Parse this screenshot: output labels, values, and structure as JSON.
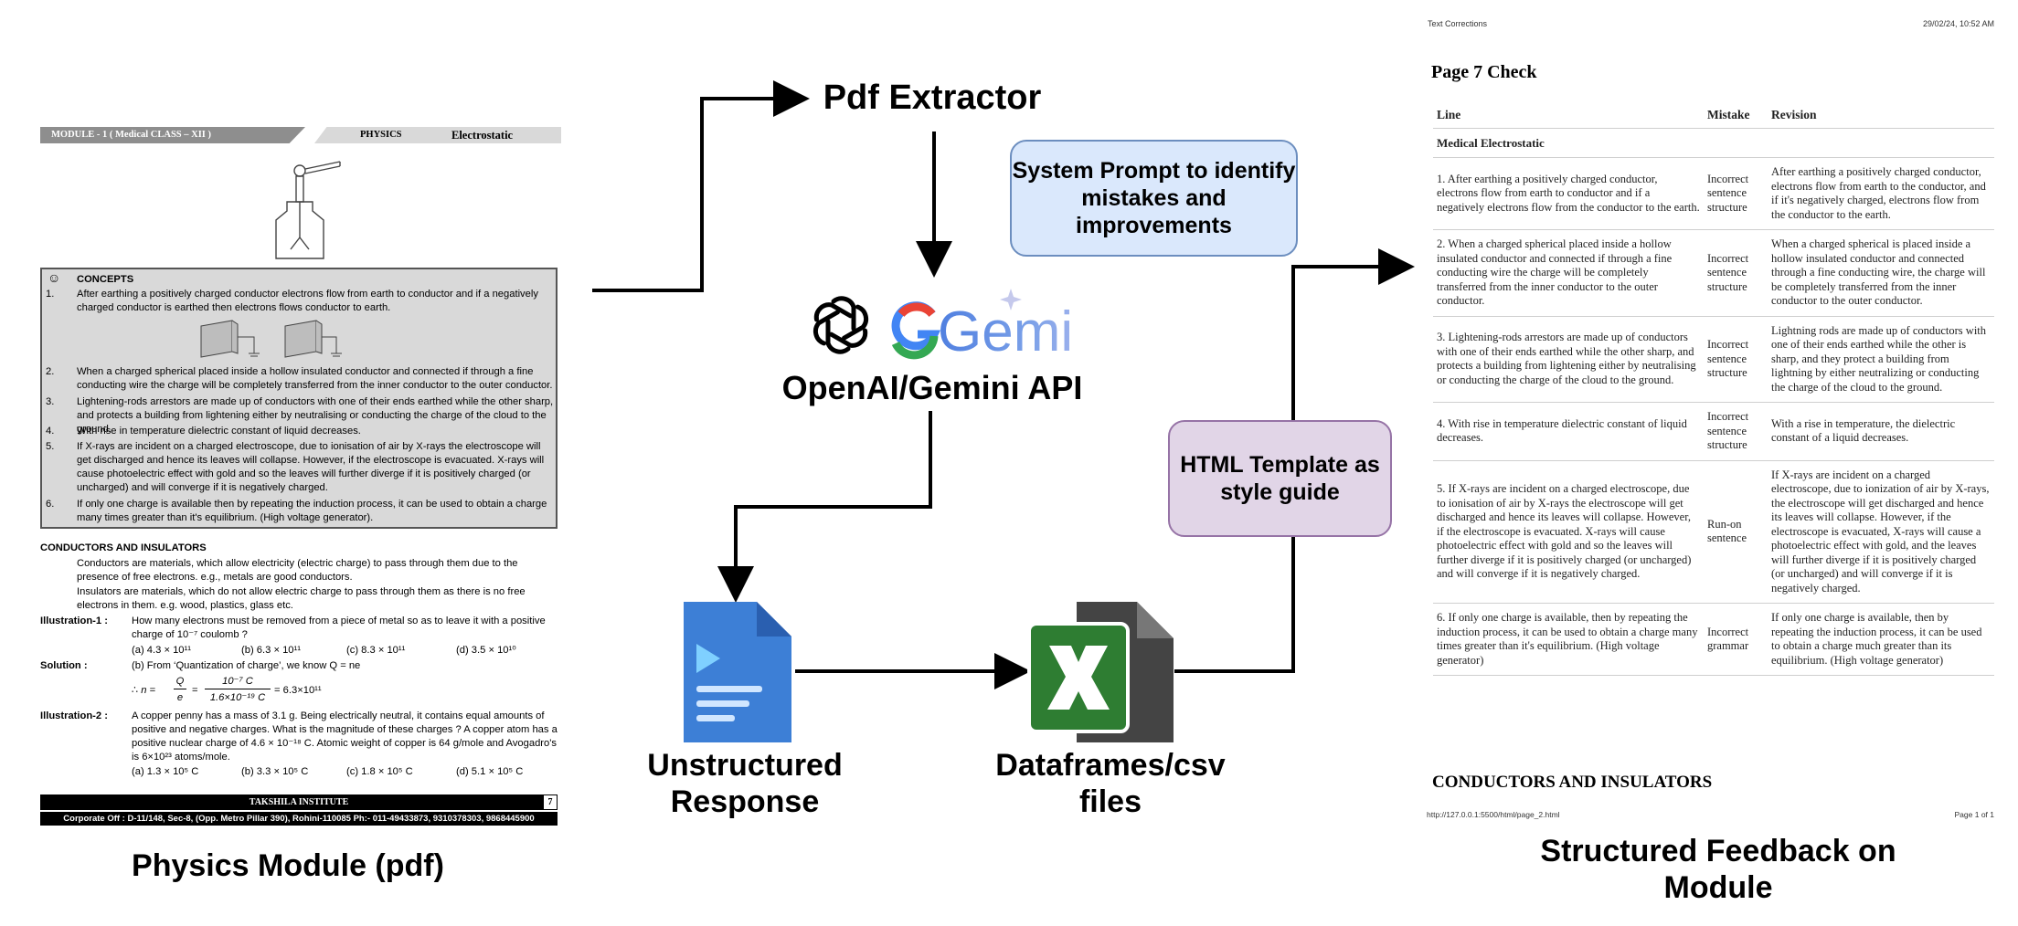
{
  "pdf_module": {
    "header_left": "MODULE - 1 ( Medical CLASS – XII )",
    "header_subject": "PHYSICS",
    "header_topic": "Electrostatic",
    "concepts_title": "CONCEPTS",
    "smiley": "☺",
    "concepts": [
      {
        "num": "1.",
        "text": "After earthing a positively charged conductor electrons flow from earth to conductor and if a negatively charged conductor is earthed then electrons flows conductor to earth."
      },
      {
        "num": "2.",
        "text": "When a charged spherical placed inside a hollow insulated conductor and connected if through a fine conducting wire the charge will be completely transferred from the inner conductor to the outer conductor."
      },
      {
        "num": "3.",
        "text": "Lightening-rods arrestors are made up of conductors with one of their ends earthed while the other sharp, and protects a building from lightening either by neutralising or conducting the charge of the cloud to the ground."
      },
      {
        "num": "4.",
        "text": "With rise in temperature dielectric constant of liquid decreases."
      },
      {
        "num": "5.",
        "text": "If X-rays are incident on a charged electroscope, due to ionisation of air by X-rays the electroscope will get discharged and hence its leaves will collapse. However, if the electroscope is evacuated. X-rays will cause photoelectric effect with gold and so the leaves will further diverge if it is positively charged (or uncharged) and will converge if it is negatively charged."
      },
      {
        "num": "6.",
        "text": "If only one charge is available then by repeating the induction process, it can be used to obtain a charge many times greater than it's equilibrium. (High voltage generator)."
      }
    ],
    "section_title": "CONDUCTORS AND INSULATORS",
    "conductors_text": "Conductors are materials, which allow electricity (electric charge) to pass through them due to the presence of free electrons. e.g., metals are good conductors.",
    "insulators_text": "Insulators are materials, which do not allow electric charge to pass through them as there is no free electrons in them. e.g. wood, plastics, glass etc.",
    "illus1_label": "Illustration-1 :",
    "illus1_text": "How many electrons must be removed from a piece of metal so as to leave it with a positive charge of 10⁻⁷ coulomb ?",
    "illus1_options": [
      "(a) 4.3 × 10¹¹",
      "(b) 6.3 × 10¹¹",
      "(c) 8.3 × 10¹¹",
      "(d) 3.5 × 10¹⁰"
    ],
    "solution_label": "Solution :",
    "solution_text": "(b) From ‘Quantization of charge’, we know Q = ne",
    "formula_lhs": "∴  n =",
    "formula_q": "Q",
    "formula_e": "e",
    "formula_eq": "=",
    "formula_num": "10⁻⁷ C",
    "formula_den": "1.6×10⁻¹⁹ C",
    "formula_result": "= 6.3×10¹¹",
    "illus2_label": "Illustration-2 :",
    "illus2_text": "A copper penny has a mass of 3.1 g. Being electrically neutral, it contains equal amounts of positive and negative charges. What is the magnitude of these charges ? A copper atom has a positive nuclear charge of 4.6 × 10⁻¹⁸ C. Atomic weight of copper is 64 g/mole and Avogadro's is 6×10²³ atoms/mole.",
    "illus2_options": [
      "(a) 1.3 × 10⁵ C",
      "(b) 3.3 × 10⁵ C",
      "(c) 1.8 × 10⁵ C",
      "(d) 5.1 × 10⁵ C"
    ],
    "footer_institute": "TAKSHILA INSTITUTE",
    "footer_page": "7",
    "footer_office": "Corporate Off : D-11/148, Sec-8, (Opp. Metro Pillar 390), Rohini-110085 Ph:- 011-49433873, 9310378303, 9868445900"
  },
  "captions": {
    "physics_module": "Physics Module (pdf)",
    "pdf_extractor": "Pdf Extractor",
    "api": "OpenAI/Gemini API",
    "gemini": "Gemini",
    "unstructured": "Unstructured\nResponse",
    "dataframes": "Dataframes/csv\nfiles",
    "structured_feedback": "Structured Feedback on\nModule"
  },
  "boxes": {
    "system_prompt": "System Prompt to identify mistakes and improvements",
    "html_template": "HTML Template as style guide"
  },
  "colors": {
    "system_prompt_fill": "#dae8fc",
    "system_prompt_border": "#6c8ebf",
    "html_template_fill": "#e1d5e7",
    "html_template_border": "#9673a6",
    "excel_green": "#2e7d32",
    "doc_blue": "#3d7fd6"
  },
  "feedback_page": {
    "browser_header_left": "Text Corrections",
    "browser_header_right": "29/02/24, 10:52 AM",
    "title": "Page 7 Check",
    "columns": [
      "Line",
      "Mistake",
      "Revision"
    ],
    "section": "Medical Electrostatic",
    "rows": [
      {
        "line": "1. After earthing a positively charged conductor, electrons flow from earth to conductor and if a negatively electrons flow from the conductor to the earth.",
        "mistake": "Incorrect sentence structure",
        "revision": "After earthing a positively charged conductor, electrons flow from earth to the conductor, and if it's negatively charged, electrons flow from the conductor to the earth."
      },
      {
        "line": "2. When a charged spherical placed inside a hollow insulated conductor and connected if through a fine conducting wire the charge will be completely transferred from the inner conductor to the outer conductor.",
        "mistake": "Incorrect sentence structure",
        "revision": "When a charged spherical is placed inside a hollow insulated conductor and connected through a fine conducting wire, the charge will be completely transferred from the inner conductor to the outer conductor."
      },
      {
        "line": "3. Lightening-rods arrestors are made up of conductors with one of their ends earthed while the other sharp, and protects a building from lightening either by neutralising or conducting the charge of the cloud to the ground.",
        "mistake": "Incorrect sentence structure",
        "revision": "Lightning rods are made up of conductors with one of their ends earthed while the other is sharp, and they protect a building from lightning by either neutralizing or conducting the charge of the cloud to the ground."
      },
      {
        "line": "4. With rise in temperature dielectric constant of liquid decreases.",
        "mistake": "Incorrect sentence structure",
        "revision": "With a rise in temperature, the dielectric constant of a liquid decreases."
      },
      {
        "line": "5. If X-rays are incident on a charged electroscope, due to ionisation of air by X-rays the electroscope will get discharged and hence its leaves will collapse. However, if the electroscope is evacuated. X-rays will cause photoelectric effect with gold and so the leaves will further diverge if it is positively charged (or uncharged) and will converge if it is negatively charged.",
        "mistake": "Run-on sentence",
        "revision": "If X-rays are incident on a charged electroscope, due to ionization of air by X-rays, the electroscope will get discharged and hence its leaves will collapse. However, if the electroscope is evacuated, X-rays will cause a photoelectric effect with gold, and the leaves will further diverge if it is positively charged (or uncharged) and will converge if it is negatively charged."
      },
      {
        "line": "6. If only one charge is available, then by repeating the induction process, it can be used to obtain a charge many times greater than it's equilibrium. (High voltage generator)",
        "mistake": "Incorrect grammar",
        "revision": "If only one charge is available, then by repeating the induction process, it can be used to obtain a charge much greater than its equilibrium. (High voltage generator)"
      }
    ],
    "next_heading": "CONDUCTORS AND INSULATORS",
    "footer_url": "http://127.0.0.1:5500/html/page_2.html",
    "footer_page": "Page 1 of 1"
  }
}
